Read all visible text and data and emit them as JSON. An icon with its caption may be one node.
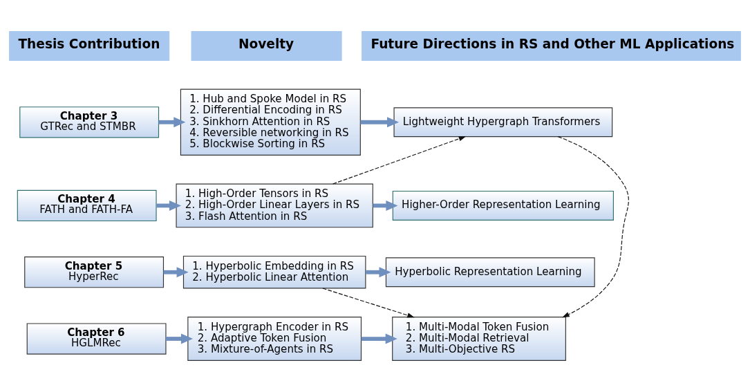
{
  "diagram": {
    "nodes": [
      {
        "text": [
          "Thesis Contribution"
        ]
      },
      {
        "text": [
          "Novelty"
        ]
      },
      {
        "text": [
          "Future Directions in RS and Other ML Applications"
        ]
      },
      {
        "text": [
          "Chapter 3",
          "GTRec and STMBR"
        ]
      },
      {
        "text": [
          "1. Hub and Spoke Model in RS",
          "2. Differential Encoding in RS",
          "3. Sinkhorn Attention in RS",
          "4. Reversible networking in RS",
          "5. Blockwise Sorting in RS"
        ]
      },
      {
        "text": [
          "Lightweight Hypergraph Transformers"
        ]
      },
      {
        "text": [
          "Chapter 4",
          "FATH and FATH-FA"
        ]
      },
      {
        "text": [
          "1. High-Order Tensors in RS",
          "2. High-Order Linear Layers in RS",
          "3. Flash Attention in RS"
        ]
      },
      {
        "text": [
          "Higher-Order Representation Learning"
        ]
      },
      {
        "text": [
          "Chapter 5",
          "HyperRec"
        ]
      },
      {
        "text": [
          "1. Hyperbolic Embedding in RS",
          "2. Hyperbolic Linear Attention"
        ]
      },
      {
        "text": [
          "Hyperbolic Representation Learning"
        ]
      },
      {
        "text": [
          "Chapter 6",
          "HGLMRec"
        ]
      },
      {
        "text": [
          "1. Hypergraph Encoder in RS",
          "2. Adaptive Token Fusion",
          "3. Mixture-of-Agents in RS"
        ]
      },
      {
        "text": [
          "1. Multi-Modal Token Fusion",
          "2. Multi-Modal Retrieval",
          "3. Multi-Objective RS"
        ]
      }
    ],
    "edges": [
      {
        "from": 3,
        "to": 4,
        "arrow": "to"
      },
      {
        "from": 4,
        "to": 5,
        "arrow": "to"
      },
      {
        "from": 6,
        "to": 7,
        "arrow": "to"
      },
      {
        "from": 7,
        "to": 8,
        "arrow": "to"
      },
      {
        "from": 9,
        "to": 10,
        "arrow": "to"
      },
      {
        "from": 10,
        "to": 11,
        "arrow": "to"
      },
      {
        "from": 12,
        "to": 13,
        "arrow": "to"
      },
      {
        "from": 13,
        "to": 14,
        "arrow": "to"
      },
      {
        "from": 7,
        "to": 5,
        "arrow": "to",
        "style": "dashed",
        "color": "#111111"
      },
      {
        "from": 5,
        "to": 14,
        "arrow": "to",
        "style": "dashed",
        "color": "#111111"
      },
      {
        "from": 10,
        "to": 14,
        "arrow": "to",
        "style": "dashed",
        "color": "#111111"
      }
    ]
  }
}
